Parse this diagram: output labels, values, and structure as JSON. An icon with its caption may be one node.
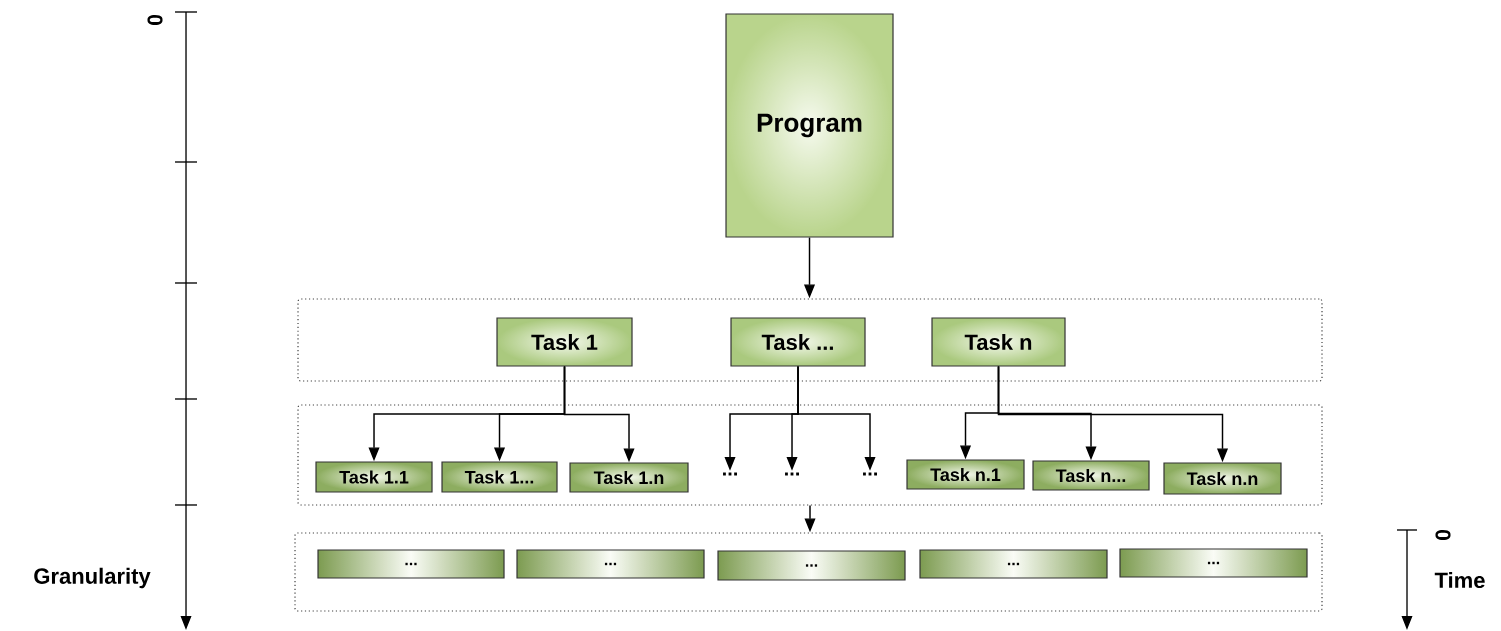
{
  "diagram": {
    "nodes": [
      {
        "text": [
          "Program"
        ]
      },
      {
        "text": [],
        "shape": "box"
      },
      {
        "text": [
          "Task 1"
        ],
        "in": 1
      },
      {
        "text": [
          "Task ..."
        ],
        "in": 1
      },
      {
        "text": [
          "Task n"
        ],
        "in": 1
      },
      {
        "text": [],
        "shape": "box"
      },
      {
        "text": [
          "Task 1.1"
        ],
        "in": 5
      },
      {
        "text": [
          "Task 1..."
        ],
        "in": 5
      },
      {
        "text": [
          "Task 1.n"
        ],
        "in": 5
      },
      {
        "text": [
          "..."
        ],
        "in": 5
      },
      {
        "text": [
          "..."
        ],
        "in": 5
      },
      {
        "text": [
          "..."
        ],
        "in": 5
      },
      {
        "text": [
          "Task n.1"
        ],
        "in": 5
      },
      {
        "text": [
          "Task n..."
        ],
        "in": 5
      },
      {
        "text": [
          "Task n.n"
        ],
        "in": 5
      },
      {
        "text": [],
        "shape": "box"
      },
      {
        "text": [
          "..."
        ],
        "in": 15
      },
      {
        "text": [
          "..."
        ],
        "in": 15
      },
      {
        "text": [
          "..."
        ],
        "in": 15
      },
      {
        "text": [
          "..."
        ],
        "in": 15
      },
      {
        "text": [
          "..."
        ],
        "in": 15
      }
    ],
    "edges": [
      {
        "from": 0,
        "to": 1,
        "arrow": "to"
      },
      {
        "from": 2,
        "to": 6,
        "arrow": "to"
      },
      {
        "from": 2,
        "to": 7,
        "arrow": "to"
      },
      {
        "from": 2,
        "to": 8,
        "arrow": "to"
      },
      {
        "from": 3,
        "to": 9,
        "arrow": "to"
      },
      {
        "from": 3,
        "to": 10,
        "arrow": "to"
      },
      {
        "from": 3,
        "to": 11,
        "arrow": "to"
      },
      {
        "from": 4,
        "to": 12,
        "arrow": "to"
      },
      {
        "from": 4,
        "to": 13,
        "arrow": "to"
      },
      {
        "from": 4,
        "to": 14,
        "arrow": "to"
      },
      {
        "from": 5,
        "to": 15,
        "arrow": "to"
      }
    ],
    "labels": [
      "0",
      "Granularity",
      "0",
      "Time"
    ]
  }
}
